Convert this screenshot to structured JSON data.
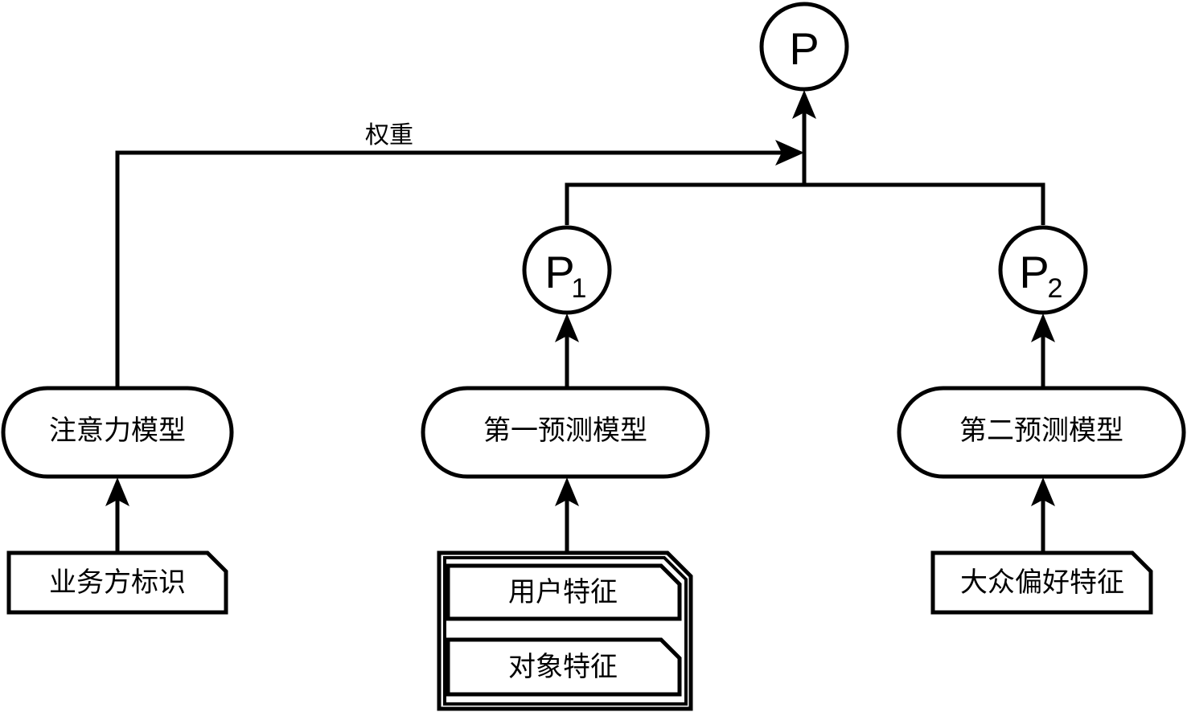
{
  "edge_label": "权重",
  "nodes": {
    "p": {
      "label": "P"
    },
    "p1": {
      "label": "P",
      "sub": "1"
    },
    "p2": {
      "label": "P",
      "sub": "2"
    },
    "attention_model": {
      "label": "注意力模型"
    },
    "first_model": {
      "label": "第一预测模型"
    },
    "second_model": {
      "label": "第二预测模型"
    }
  },
  "inputs": {
    "business_id": {
      "label": "业务方标识"
    },
    "user_features": {
      "label": "用户特征"
    },
    "object_features": {
      "label": "对象特征"
    },
    "public_pref": {
      "label": "大众偏好特征"
    }
  }
}
